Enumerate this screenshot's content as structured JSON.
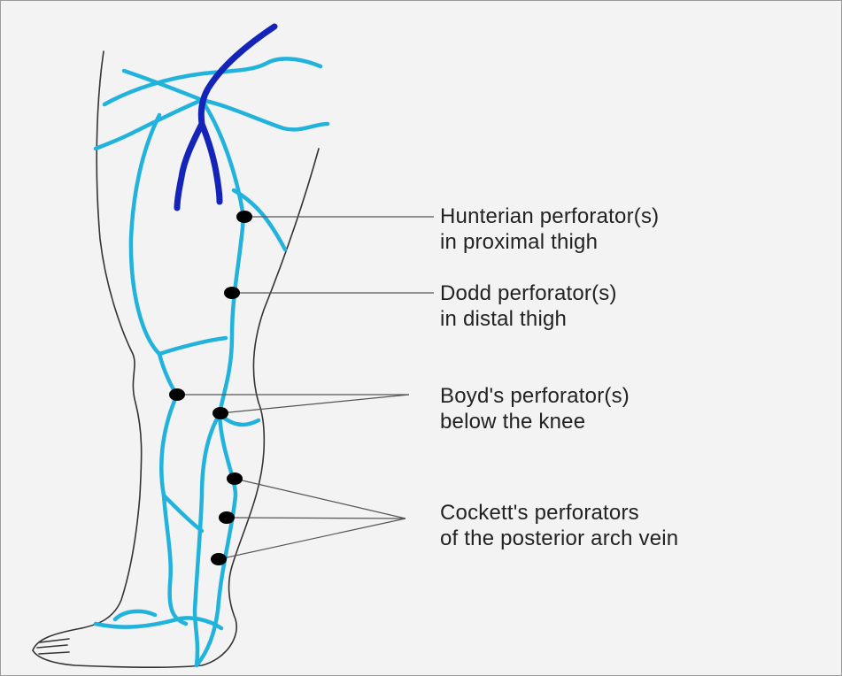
{
  "colors": {
    "background": "#f3f3f3",
    "outline": "#333333",
    "superficial_vein": "#22b3dd",
    "deep_vein": "#1524b8",
    "perforator_dot": "#000000",
    "leader_line": "#555555",
    "text": "#222222"
  },
  "labels": {
    "hunterian": {
      "line1": "Hunterian perforator(s)",
      "line2": "in proximal thigh"
    },
    "dodd": {
      "line1": "Dodd perforator(s)",
      "line2": "in distal thigh"
    },
    "boyd": {
      "line1": "Boyd's perforator(s)",
      "line2": "below the knee"
    },
    "cockett": {
      "line1": "Cockett's perforators",
      "line2": "of the posterior arch vein"
    }
  }
}
